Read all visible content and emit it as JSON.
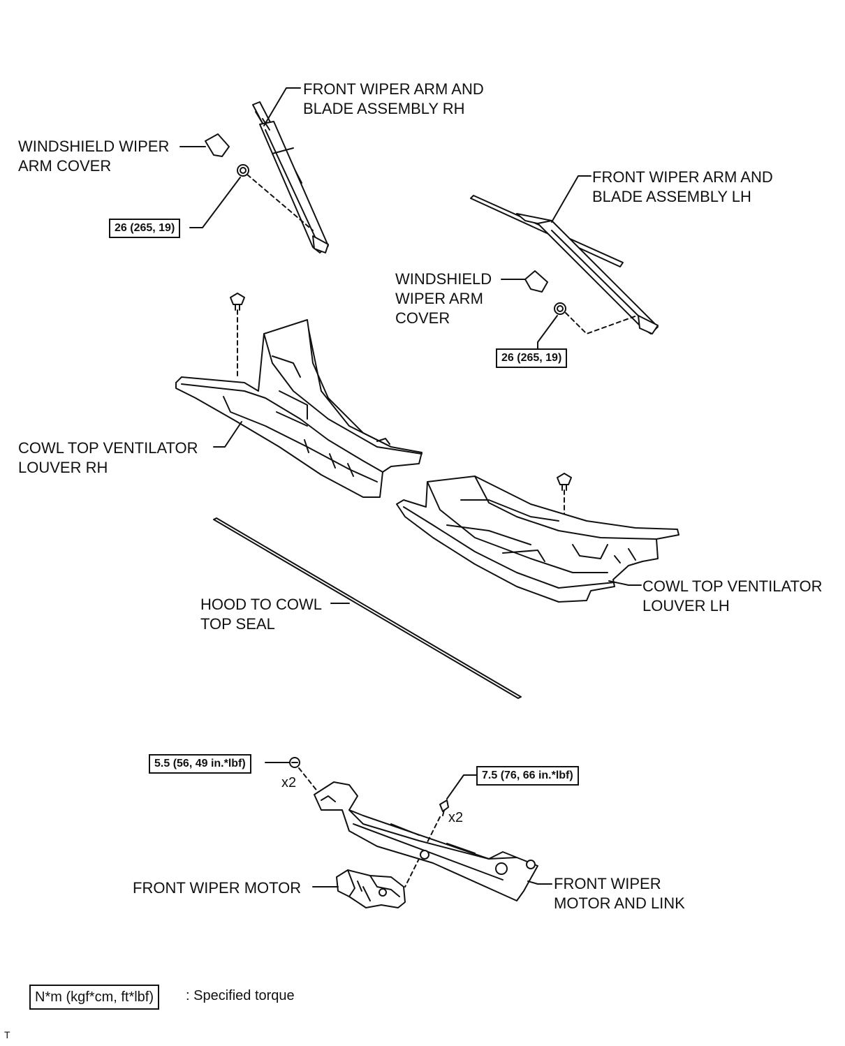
{
  "labels": {
    "wiper_arm_rh": [
      "FRONT WIPER ARM AND",
      "BLADE ASSEMBLY RH"
    ],
    "arm_cover_rh": [
      "WINDSHIELD WIPER",
      "ARM COVER"
    ],
    "wiper_arm_lh": [
      "FRONT WIPER ARM AND",
      "BLADE ASSEMBLY LH"
    ],
    "arm_cover_lh": [
      "WINDSHIELD",
      "WIPER ARM",
      "COVER"
    ],
    "louver_rh": [
      "COWL TOP VENTILATOR",
      "LOUVER RH"
    ],
    "louver_lh": [
      "COWL TOP VENTILATOR",
      "LOUVER LH"
    ],
    "hood_seal": [
      "HOOD TO COWL",
      "TOP SEAL"
    ],
    "wiper_motor": [
      "FRONT WIPER MOTOR"
    ],
    "motor_link": [
      "FRONT WIPER",
      "MOTOR AND LINK"
    ]
  },
  "torques": {
    "nut_rh": "26 (265, 19)",
    "nut_lh": "26 (265, 19)",
    "link_bolt_left": "5.5 (56, 49 in.*lbf)",
    "link_bolt_right": "7.5 (76, 66 in.*lbf)"
  },
  "quantities": {
    "left_bolts": "x2",
    "right_bolts": "x2"
  },
  "legend": {
    "unit_box": "N*m (kgf*cm, ft*lbf)",
    "description": ": Specified torque"
  },
  "corner_code": "T"
}
